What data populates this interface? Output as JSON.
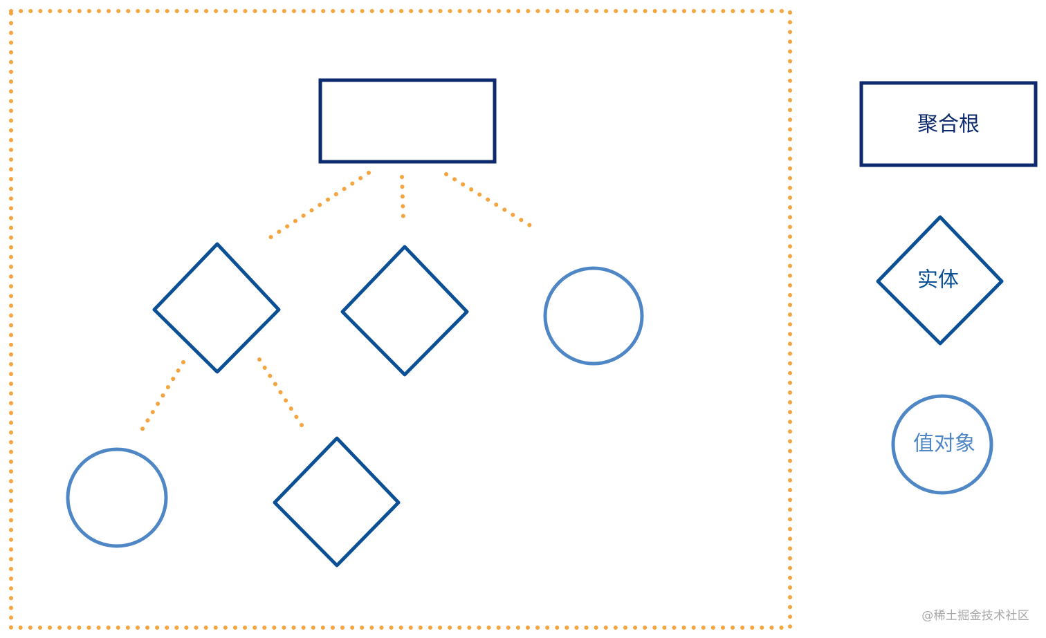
{
  "legend": {
    "aggregate_root_label": "聚合根",
    "entity_label": "实体",
    "value_object_label": "值对象"
  },
  "watermark": "@稀土掘金技术社区",
  "colors": {
    "boundary": "#f5a540",
    "aggregate_root": "#0d2a6e",
    "entity": "#0b4f94",
    "value_object": "#4f86c6",
    "watermark": "#a7a7a7"
  }
}
